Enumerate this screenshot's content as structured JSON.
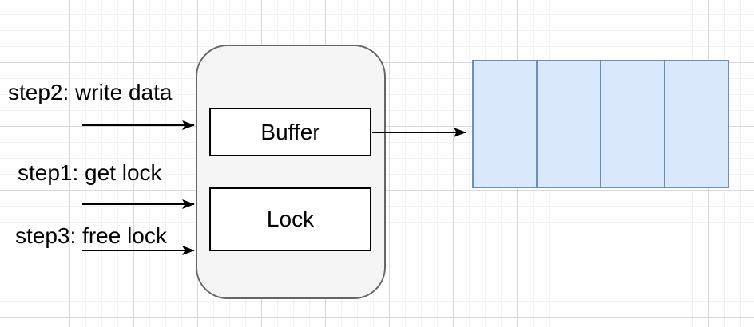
{
  "diagram": {
    "labels": {
      "step2": "step2: write data",
      "step1": "step1: get lock",
      "step3": "step3: free lock"
    },
    "nodes": {
      "buffer": "Buffer",
      "lock": "Lock"
    },
    "array": {
      "cell_count": 4,
      "cell_values": [
        "",
        "",
        "",
        ""
      ]
    },
    "edges": [
      {
        "id": "step2-arrow",
        "from": "step2-label",
        "to": "group-container"
      },
      {
        "id": "step1-arrow",
        "from": "step1-label",
        "to": "group-container"
      },
      {
        "id": "step3-arrow",
        "from": "step3-label",
        "to": "group-container"
      },
      {
        "id": "buffer-to-array-arrow",
        "from": "buffer-node",
        "to": "buffer-array"
      }
    ],
    "colors": {
      "container_fill": "#f5f5f5",
      "container_border": "#666666",
      "box_fill": "#ffffff",
      "box_border": "#000000",
      "array_fill": "#dae8fc",
      "array_border": "#6c8ebf",
      "arrow": "#000000",
      "grid_minor": "#f2f2f2",
      "grid_major": "#d9d9d9"
    }
  }
}
